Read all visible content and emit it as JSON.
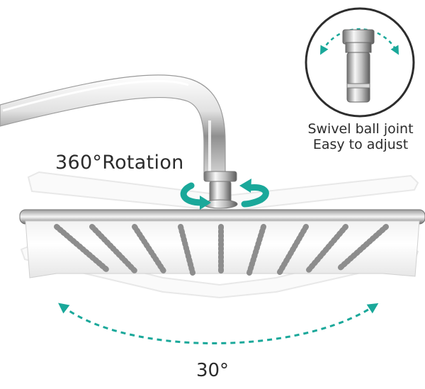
{
  "labels": {
    "rotation": "360°Rotation",
    "swivel_title": "Swivel ball joint",
    "swivel_desc": "Easy to adjust",
    "tilt_angle": "30°"
  },
  "colors": {
    "accent_teal": "#1aa89a",
    "chrome_light": "#f4f4f4",
    "chrome_mid": "#c8c8c8",
    "chrome_dark": "#7a7a7a",
    "nozzle": "#9a9a9a"
  },
  "icons": {
    "rotation_arrows": "circular-arrows-icon",
    "swivel_arrow": "curved-double-arrow-icon",
    "tilt_arrow": "curved-double-arrow-icon"
  }
}
